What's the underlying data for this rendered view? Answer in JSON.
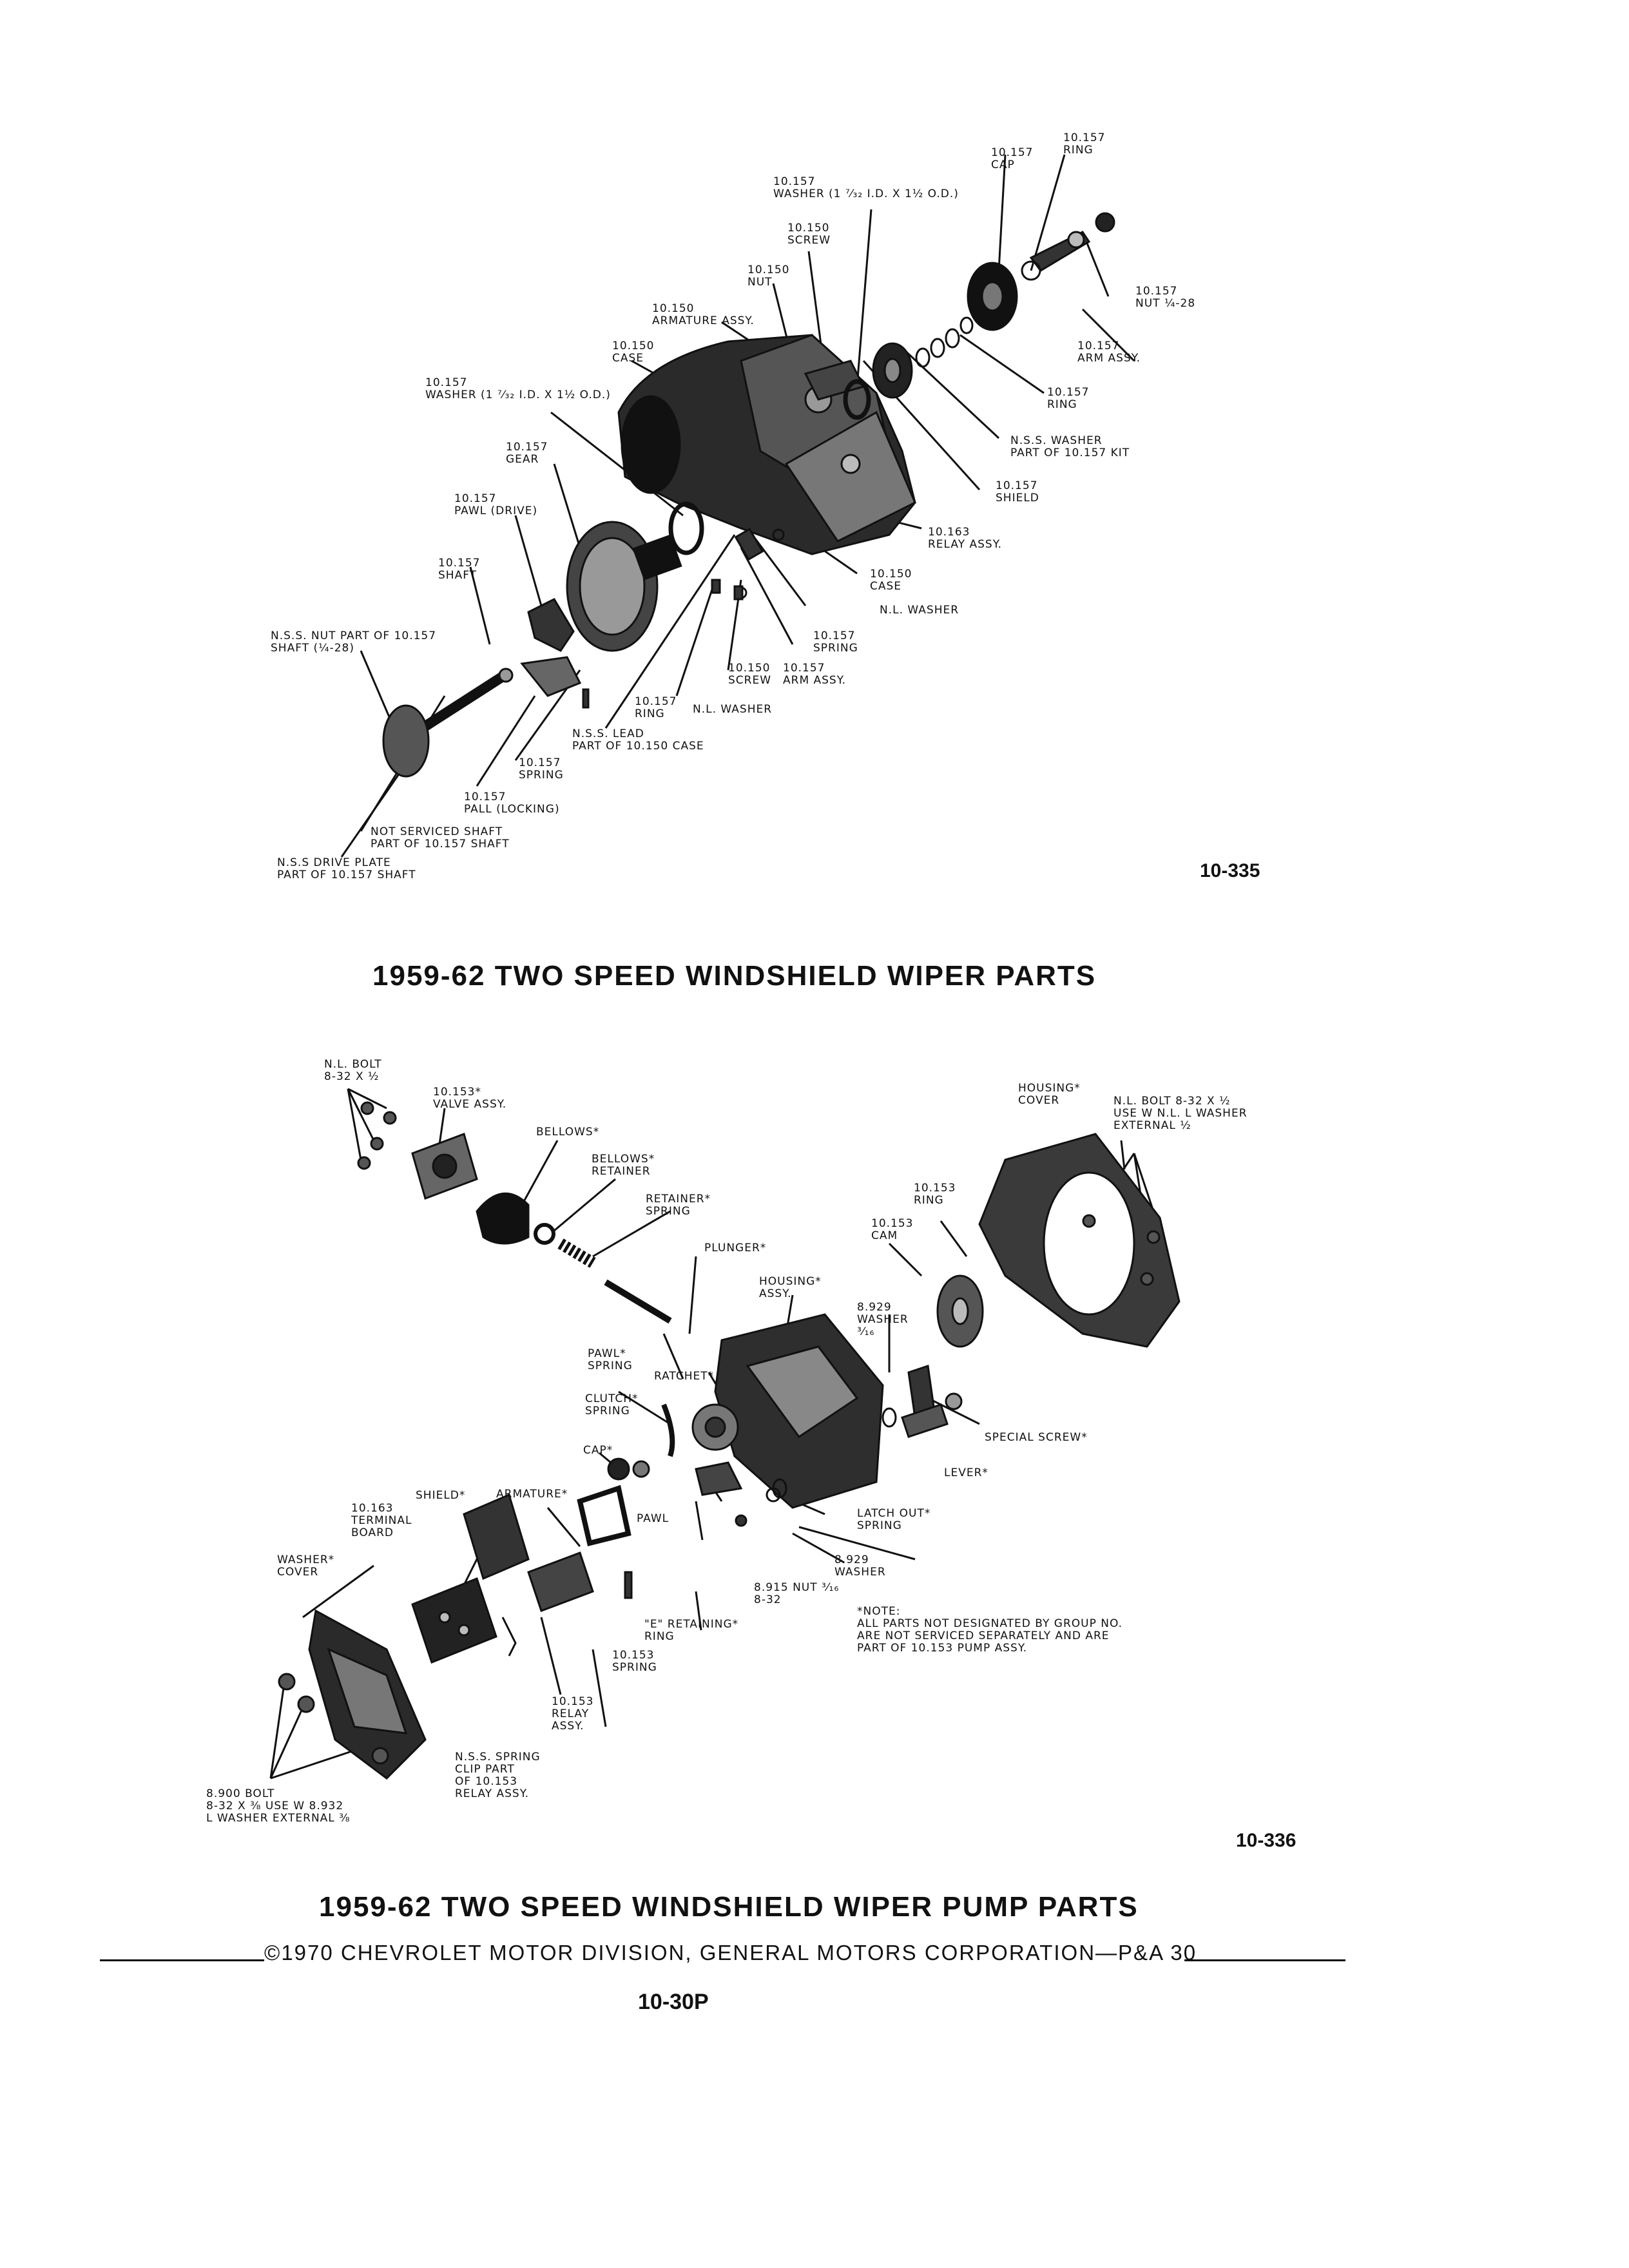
{
  "diagram1": {
    "figure_number": "10-335",
    "title": "1959-62 TWO SPEED WINDSHIELD WIPER PARTS",
    "labels": [
      "10.157\nRING",
      "10.157\nCAP",
      "10.157\nWASHER (1 ⁷⁄₃₂ I.D. x 1½ O.D.)",
      "10.150\nSCREW",
      "10.150\nNUT",
      "10.150\nARMATURE ASSY.",
      "10.150\nCASE",
      "10.157\nWASHER (1 ⁷⁄₃₂ I.D. x 1½ O.D.)",
      "10.157\nNUT ¼-28",
      "10.157\nARM ASSY.",
      "10.157\nRING",
      "N.S.S. WASHER\nPART OF 10.157 KIT",
      "10.157\nSHIELD",
      "10.157\nGEAR",
      "10.157\nPAWL (DRIVE)",
      "10.163\nRELAY ASSY.",
      "10.150\nCASE",
      "10.157\nSHAFT",
      "N.L. WASHER",
      "N.S.S. NUT PART OF 10.157\nSHAFT (¼-28)",
      "10.157\nSPRING",
      "10.150\nSCREW",
      "10.157\nARM ASSY.",
      "10.157\nRING",
      "N.L. WASHER",
      "N.S.S. LEAD\nPART OF 10.150 CASE",
      "10.157\nSPRING",
      "10.157\nPALL (LOCKING)",
      "NOT SERVICED SHAFT\nPART OF 10.157 SHAFT",
      "N.S.S DRIVE PLATE\nPART OF 10.157 SHAFT"
    ]
  },
  "diagram2": {
    "figure_number": "10-336",
    "title": "1959-62 TWO SPEED WINDSHIELD WIPER PUMP PARTS",
    "labels": [
      "N.L. BOLT\n8-32 x ½",
      "10.153*\nVALVE ASSY.",
      "BELLOWS*",
      "BELLOWS*\nRETAINER",
      "RETAINER*\nSPRING",
      "PLUNGER*",
      "HOUSING*\nCOVER",
      "N.L. BOLT 8-32 x ½\nUSE W N.L. L WASHER\nEXTERNAL ½",
      "10.153\nRING",
      "10.153\nCAM",
      "HOUSING*\nASSY.",
      "8.929\nWASHER\n³⁄₁₆",
      "PAWL*\nSPRING",
      "RATCHET*",
      "CLUTCH*\nSPRING",
      "SPECIAL SCREW*",
      "CAP*",
      "LEVER*",
      "SHIELD*",
      "ARMATURE*",
      "10.163\nTERMINAL\nBOARD",
      "PAWL",
      "LATCH OUT*\nSPRING",
      "WASHER*\nCOVER",
      "8.929\nWASHER",
      "8.915 NUT ³⁄₁₆\n8-32",
      "\"E\" RETAINING*\nRING",
      "*NOTE:\nALL PARTS NOT DESIGNATED BY GROUP NO.\nARE NOT SERVICED SEPARATELY AND ARE\nPART OF 10.153 PUMP ASSY.",
      "10.153\nSPRING",
      "10.153\nRELAY\nASSY.",
      "N.S.S. SPRING\nCLIP PART\nOF 10.153\nRELAY ASSY.",
      "8.900 BOLT\n8-32 x ⅜ USE W 8.932\nL WASHER EXTERNAL ⅜"
    ]
  },
  "footer": {
    "copyright": "©1970 CHEVROLET MOTOR DIVISION, GENERAL MOTORS CORPORATION—P&A 30",
    "page_number": "10-30P"
  }
}
